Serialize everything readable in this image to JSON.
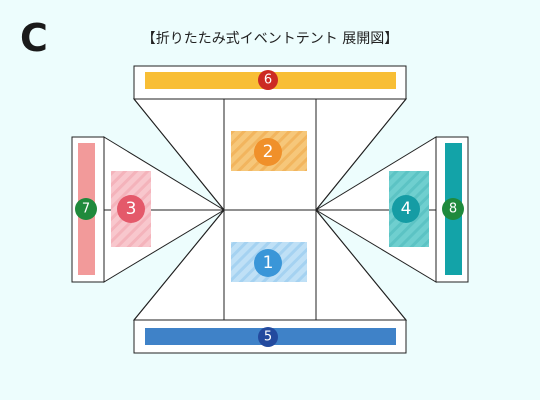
{
  "header": {
    "letter": "C",
    "title": "【折りたたみ式イベントテント 展開図】"
  },
  "markers": [
    {
      "number": "1",
      "color": "#3a96d8",
      "fill": "#bfe0f6",
      "stripe": "#a5d2f1"
    },
    {
      "number": "2",
      "color": "#f0902a",
      "fill": "#f6c77a",
      "stripe": "#f2b55e"
    },
    {
      "number": "3",
      "color": "#e4596a",
      "fill": "#f8c7cd",
      "stripe": "#f4b3bb"
    },
    {
      "number": "4",
      "color": "#159ca4",
      "fill": "#6fcfcf",
      "stripe": "#5cc3c4"
    },
    {
      "number": "5",
      "color": "#234a9e",
      "bar": "#3f82c8"
    },
    {
      "number": "6",
      "color": "#cc2a23",
      "bar": "#f8be35"
    },
    {
      "number": "7",
      "color": "#1f8a3c",
      "bar": "#f29a9a"
    },
    {
      "number": "8",
      "color": "#1f8a3c",
      "bar": "#13a3a8"
    }
  ],
  "colors": {
    "background": "#edfdfd",
    "panel": "#ffffff",
    "line": "#222222"
  }
}
